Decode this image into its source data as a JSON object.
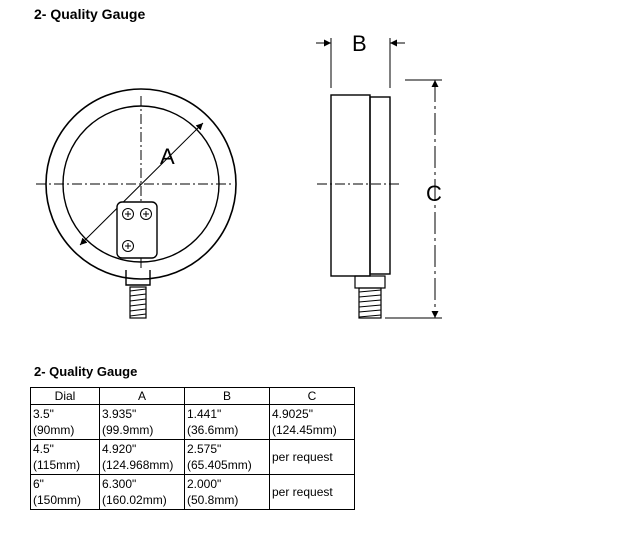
{
  "title": "2- Quality Gauge",
  "table_title": "2- Quality Gauge",
  "labels": {
    "a": "A",
    "b": "B",
    "c": "C"
  },
  "table": {
    "headers": [
      "Dial",
      "A",
      "B",
      "C"
    ],
    "rows": [
      [
        [
          "3.5\"",
          "(90mm)"
        ],
        [
          "3.935\"",
          "(99.9mm)"
        ],
        [
          "1.441\"",
          "(36.6mm)"
        ],
        [
          "4.9025\"",
          "(124.45mm)"
        ]
      ],
      [
        [
          "4.5\"",
          "(115mm)"
        ],
        [
          "4.920\"",
          "(124.968mm)"
        ],
        [
          "2.575\"",
          "(65.405mm)"
        ],
        [
          "per request"
        ]
      ],
      [
        [
          "6\"",
          "(150mm)"
        ],
        [
          "6.300\"",
          "(160.02mm)"
        ],
        [
          "2.000\"",
          "(50.8mm)"
        ],
        [
          "per request"
        ]
      ]
    ]
  }
}
